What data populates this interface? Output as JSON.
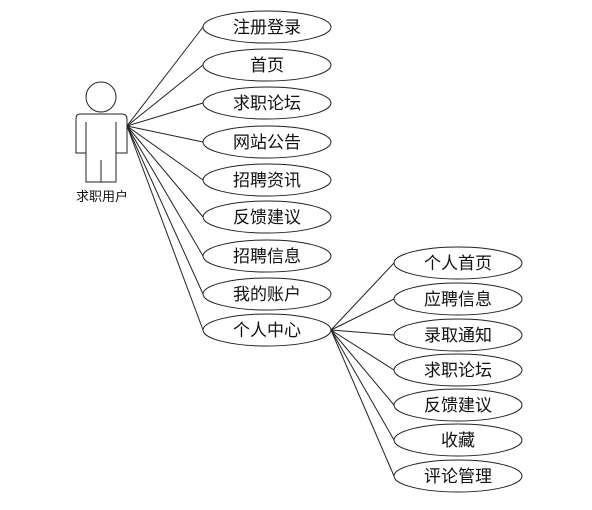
{
  "actor": {
    "label": "求职用户",
    "icon": "person-icon"
  },
  "use_cases": [
    {
      "id": "register-login",
      "label": "注册登录"
    },
    {
      "id": "home",
      "label": "首页"
    },
    {
      "id": "job-forum",
      "label": "求职论坛"
    },
    {
      "id": "site-notice",
      "label": "网站公告"
    },
    {
      "id": "recruit-news",
      "label": "招聘资讯"
    },
    {
      "id": "feedback",
      "label": "反馈建议"
    },
    {
      "id": "recruit-info",
      "label": "招聘信息"
    },
    {
      "id": "my-account",
      "label": "我的账户"
    },
    {
      "id": "personal-center",
      "label": "个人中心"
    }
  ],
  "sub_use_cases": [
    {
      "id": "personal-home",
      "label": "个人首页"
    },
    {
      "id": "application-info",
      "label": "应聘信息"
    },
    {
      "id": "admission-notice",
      "label": "录取通知"
    },
    {
      "id": "sub-job-forum",
      "label": "求职论坛"
    },
    {
      "id": "sub-feedback",
      "label": "反馈建议"
    },
    {
      "id": "favorites",
      "label": "收藏"
    },
    {
      "id": "comment-manage",
      "label": "评论管理"
    }
  ],
  "colors": {
    "stroke": "#222222",
    "background": "#ffffff",
    "text": "#111111"
  }
}
